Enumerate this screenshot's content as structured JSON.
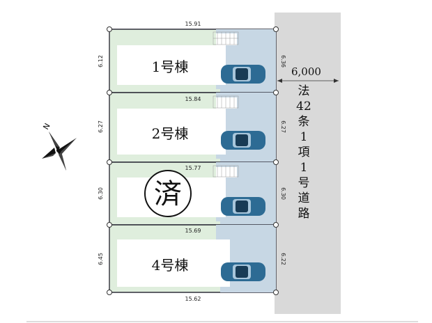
{
  "lots": [
    {
      "label": "1号棟",
      "top": "15.91",
      "right": "6.36",
      "left": "6.12",
      "sold": false
    },
    {
      "label": "2号棟",
      "top": "15.84",
      "right": "6.27",
      "left": "6.27",
      "sold": false
    },
    {
      "label": "",
      "top": "15.77",
      "right": "6.30",
      "left": "6.30",
      "sold": true
    },
    {
      "label": "4号棟",
      "top": "15.69",
      "right": "6.22",
      "left": "6.45",
      "bottom": "15.62",
      "sold": false
    }
  ],
  "sold_mark": "済",
  "road": {
    "width": "6,000",
    "chars": [
      "法",
      "42",
      "条",
      "1",
      "項",
      "1",
      "号",
      "道",
      "路"
    ]
  },
  "compass": {
    "north": "N"
  },
  "colors": {
    "lot_outline": "#2f2f3a",
    "garden": "#dfeedd",
    "garden_edge": "#8fbf8a",
    "parking": "#c7d7e4",
    "road": "#d9d9d9",
    "car_body": "#2d6b94",
    "car_dark": "#183b55"
  }
}
